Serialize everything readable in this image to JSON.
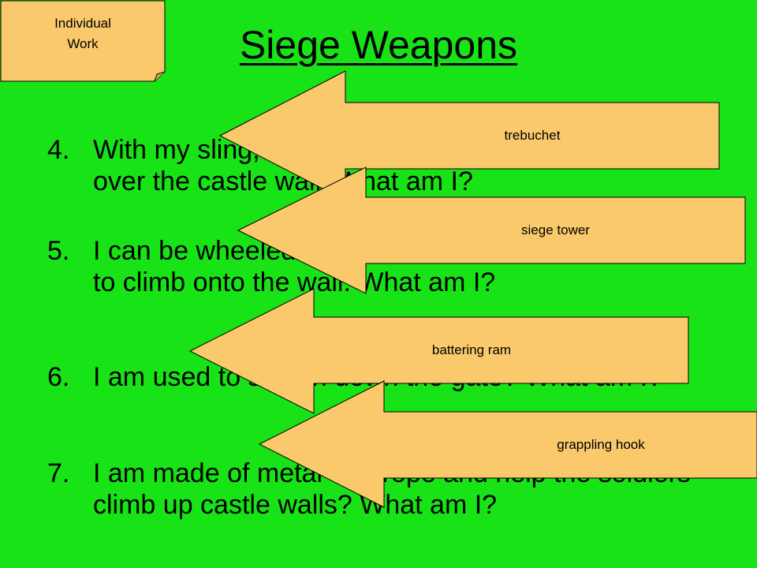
{
  "slide": {
    "title": "Siege Weapons",
    "note": {
      "line1": "Individual",
      "line2": "Work"
    },
    "questions": [
      {
        "num": "4.",
        "text": "With my sling, I can throw stones and dead animals over the castle wall.  What am I?"
      },
      {
        "num": "5.",
        "text": "I can be wheeled up to the castle and allow attackers to climb onto the wall. What am I?"
      },
      {
        "num": "6.",
        "text": "I am used to smash down the gate?  What am I?"
      },
      {
        "num": "7.",
        "text": "I am made of metal and rope and help the soldiers climb up castle walls?  What am I?"
      }
    ],
    "arrows": [
      {
        "label": "trebuchet"
      },
      {
        "label": "siege tower"
      },
      {
        "label": "battering ram"
      },
      {
        "label": "grappling hook"
      }
    ]
  },
  "colors": {
    "background": "#17e317",
    "shape_fill": "#f9c96b",
    "text": "#000000"
  }
}
